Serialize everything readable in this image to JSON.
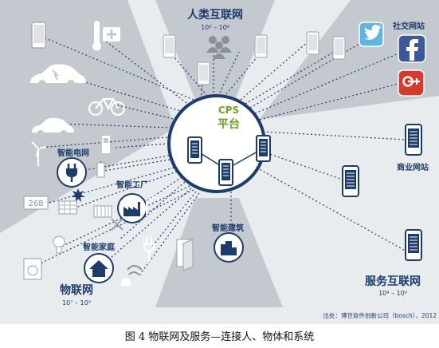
{
  "figure": {
    "center": {
      "title": "CPS",
      "subtitle": "平台"
    },
    "human_internet": {
      "label": "人类互联网",
      "range": "10⁶ – 10⁸"
    },
    "social_web": {
      "label": "社交网站"
    },
    "business_web": {
      "label": "商业网站"
    },
    "service_internet": {
      "label": "服务互联网",
      "range": "10⁴ – 10⁶"
    },
    "iot": {
      "label": "物联网",
      "range": "10⁷ – 10⁹"
    },
    "smart_grid": {
      "label": "智能电网"
    },
    "smart_factory": {
      "label": "智能工厂"
    },
    "smart_home": {
      "label": "智能家庭"
    },
    "smart_building": {
      "label": "智能建筑"
    },
    "source": "出处：博世软件创新公司（bosch），2012",
    "brand_colors": {
      "navy": "#1d3c6c",
      "gray": "#c4c9cf",
      "background": "#e9ecef",
      "google_red": "#d63a2c",
      "facebook_blue": "#3b5998",
      "twitter_blue": "#5fb4e3"
    }
  },
  "caption": "图 4  物联网及服务—连接人、物体和系统"
}
